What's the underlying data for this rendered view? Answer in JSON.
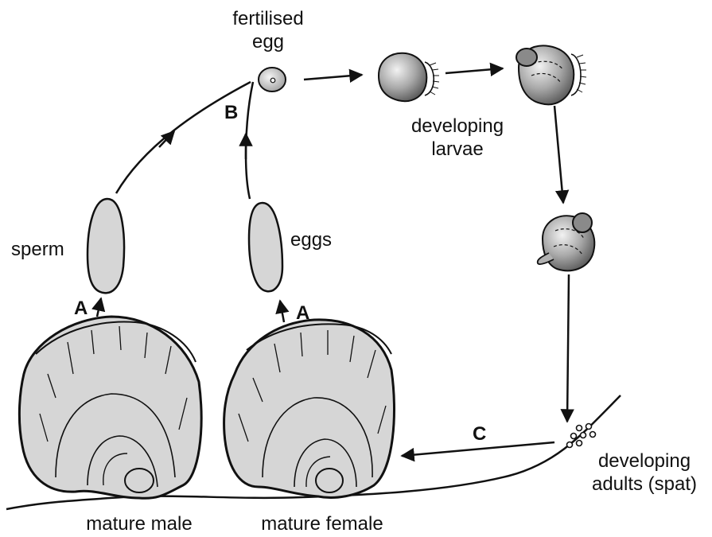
{
  "labels": {
    "fertilised_egg_line1": "fertilised",
    "fertilised_egg_line2": "egg",
    "developing_larvae_line1": "developing",
    "developing_larvae_line2": "larvae",
    "sperm": "sperm",
    "eggs": "eggs",
    "mature_male": "mature male",
    "mature_female": "mature female",
    "developing_adults_line1": "developing",
    "developing_adults_line2": "adults (spat)",
    "step_a_male": "A",
    "step_a_female": "A",
    "step_b": "B",
    "step_c": "C"
  },
  "colors": {
    "fill": "#d6d6d6",
    "stroke": "#111111",
    "larva_dark": "#6f6f6f",
    "larva_light": "#e8e8e8"
  }
}
